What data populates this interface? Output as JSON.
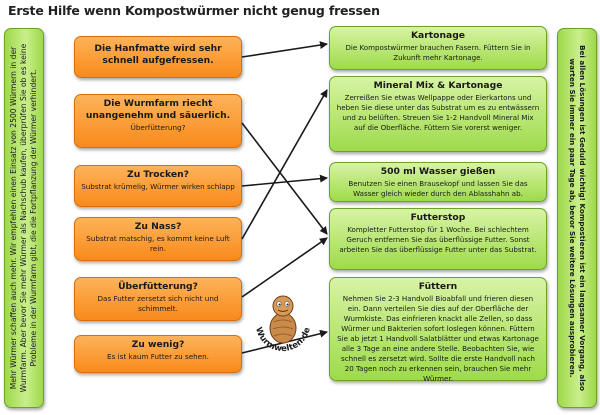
{
  "title": "Erste Hilfe wenn Kompostwürmer nicht genug fressen",
  "left_panel": "Mehr Würmer schaffen auch mehr. Wir empfehlen einen Einsatz von 2500 Würmern in der Wurmfarm. Aber bevor Sie mehr Würmer als Nachschub kaufen, überprüfen Sie ob es keine Probleme in der Wurmfarm gibt, die die Fortpflanzung der Würmer verhindert.",
  "right_panel": "Bei allen Lösungen ist Geduld wichtig! Kompostieren ist ein langsamer Vorgang, also warten Sie immer ein paar Tage ab, bevor Sie weitere Lösungen ausprobieren.",
  "problems": [
    {
      "title": "Die Hanfmatte wird sehr schnell aufgefressen.",
      "sub": ""
    },
    {
      "title": "Die Wurmfarm riecht unangenehm und säuerlich.",
      "sub": "Überfütterung?"
    },
    {
      "title": "Zu Trocken?",
      "sub": "Substrat krümelig, Würmer wirken schlapp"
    },
    {
      "title": "Zu Nass?",
      "sub": "Substrat matschig, es kommt keine Luft rein."
    },
    {
      "title": "Überfütterung?",
      "sub": "Das Futter zersetzt sich nicht und schimmelt."
    },
    {
      "title": "Zu  wenig?",
      "sub": "Es ist kaum Futter zu sehen."
    }
  ],
  "solutions": [
    {
      "title": "Kartonage",
      "body": "Die Kompostwürmer  brauchen Fasern. Füttern Sie in Zukunft mehr Kartonage."
    },
    {
      "title": "Mineral Mix & Kartonage",
      "body": "Zerreißen Sie etwas Wellpappe oder Eierkartons und heben Sie diese unter das Substrat um es zu entwässern und zu belüften. Streuen Sie 1-2 Handvoll Mineral Mix auf die Oberfläche. Füttern Sie vorerst weniger."
    },
    {
      "title": "500 ml Wasser gießen",
      "body": "Benutzen Sie einen Brausekopf und lassen Sie das Wasser gleich wieder durch den Ablasshahn ab."
    },
    {
      "title": "Futterstop",
      "body": "Kompletter Futterstop für 1 Woche. Bei schlechtem Geruch entfernen Sie das überflüssige Futter. Sonst arbeiten Sie das überflüssige Futter unter das Substrat."
    },
    {
      "title": "Füttern",
      "body": "Nehmen Sie 2-3 Handvoll Bioabfall und frieren diesen ein. Dann verteilen Sie dies auf der Oberfläche der Wurmkiste. Das einfrieren knackt alle Zellen, so dass Würmer und Bakterien  sofort loslegen können. Füttern Sie ab jetzt 1 Handvoll Salatblätter und etwas Kartonage alle 3 Tage an eine andere Stelle. Beobachten Sie, wie schnell es zersetzt wird. Sollte die erste Handvoll nach 20 Tagen  noch zu erkennen sein, brauchen Sie mehr Würmer."
    }
  ],
  "logo": {
    "text": "Wurmwelten.de"
  },
  "colors": {
    "orange": "#f98a1b",
    "green": "#9edb4b",
    "arrow": "#1a1a1a"
  }
}
